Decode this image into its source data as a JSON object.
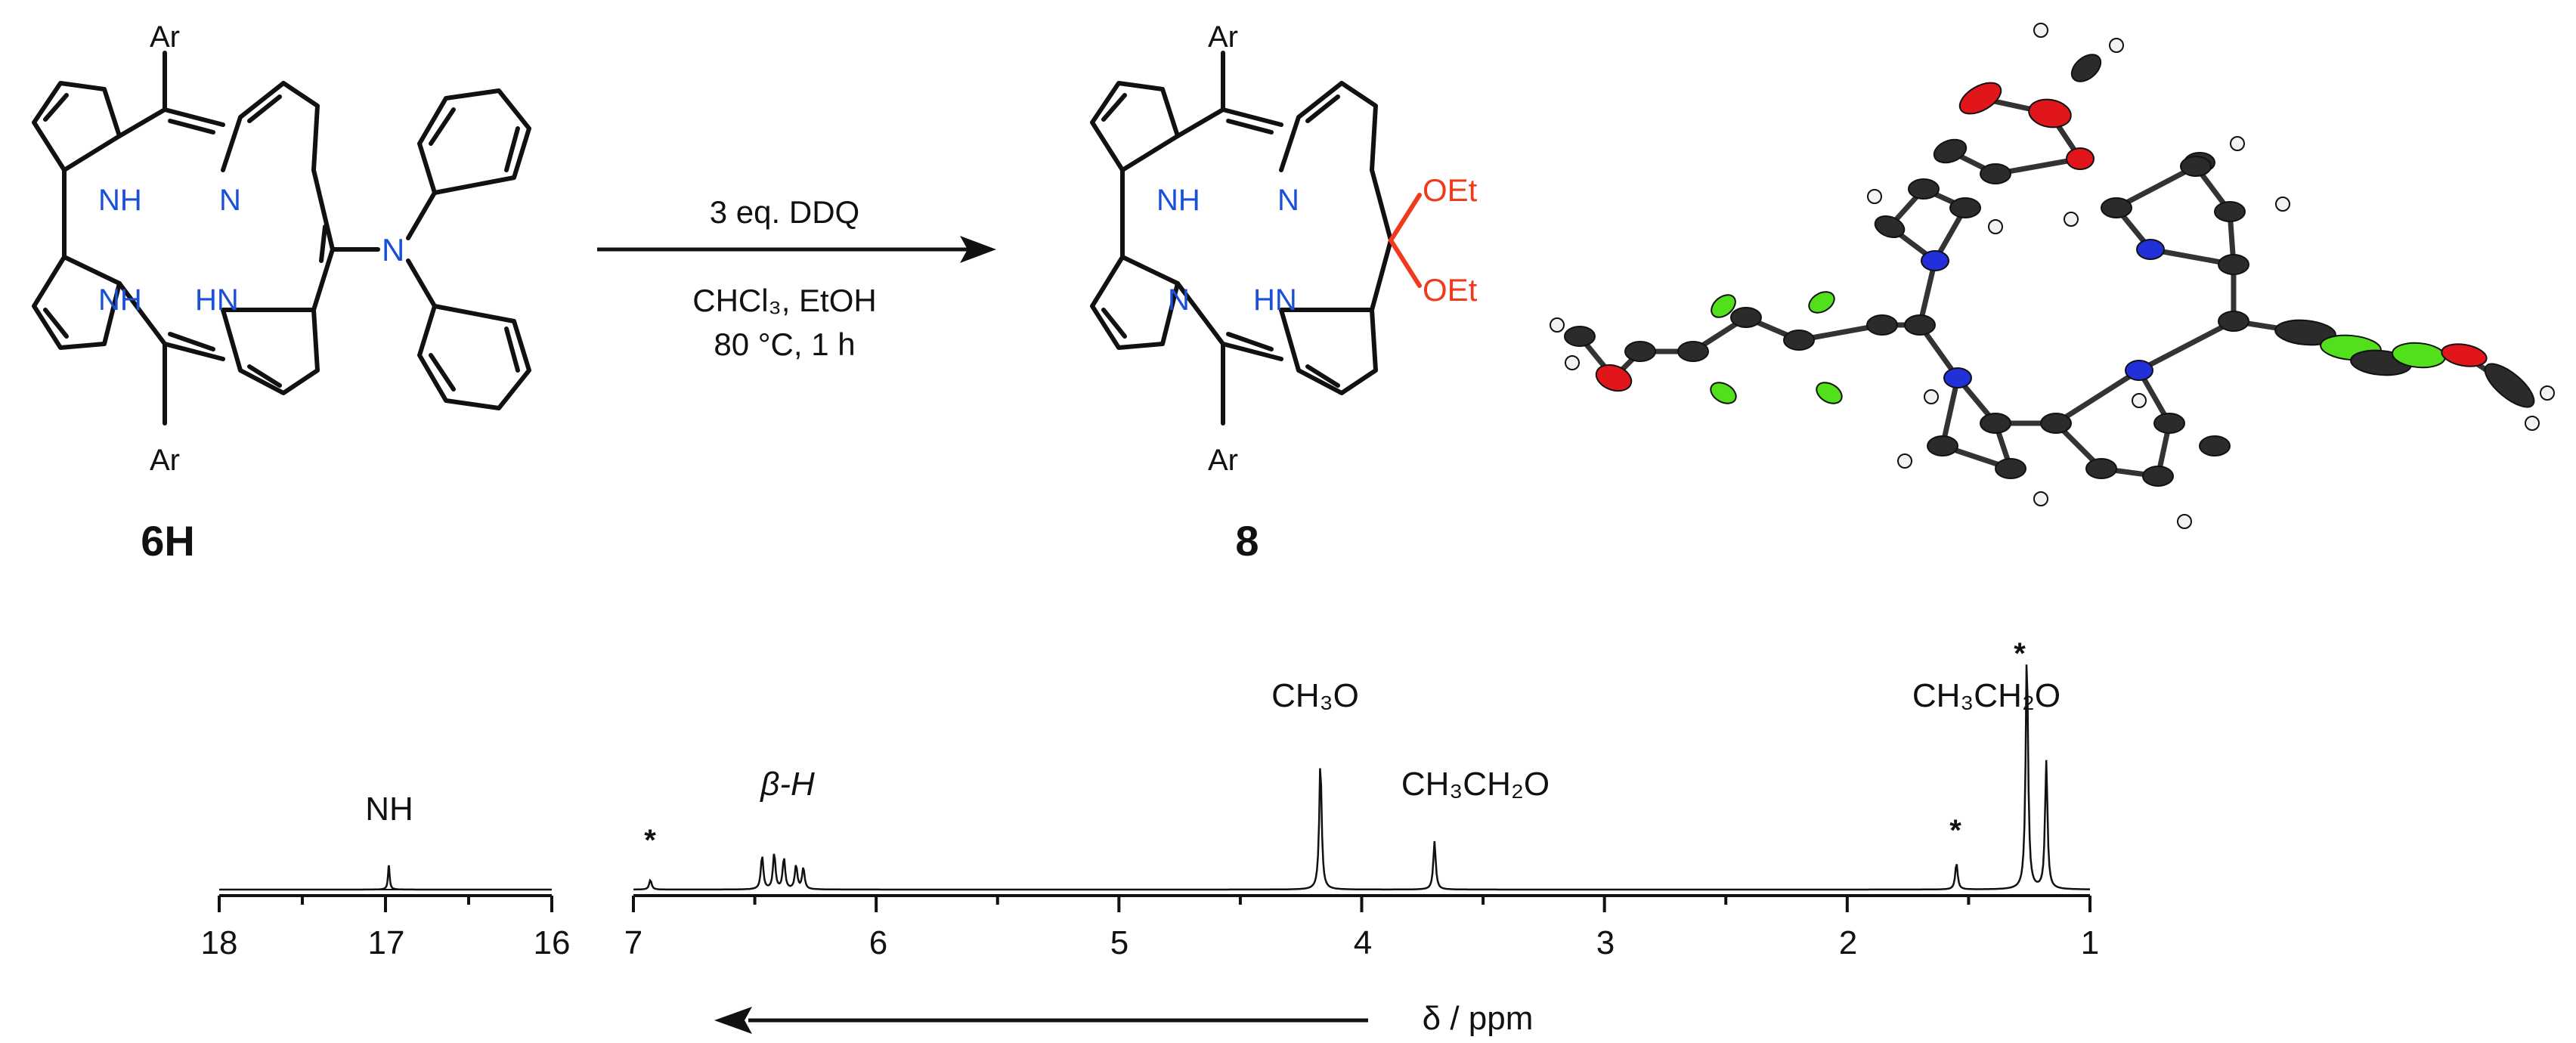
{
  "scheme": {
    "reactant": {
      "label": "6H",
      "substituent": "Ar",
      "atoms": {
        "nh_top": "NH",
        "n_top": "N",
        "nh_bottom": "NH",
        "hn_bottom": "HN",
        "amine_n": "N"
      }
    },
    "arrow": {
      "reagent": "3 eq. DDQ",
      "solvent": "CHCl₃, EtOH",
      "conditions": "80 °C, 1 h"
    },
    "product": {
      "label": "8",
      "substituent": "Ar",
      "atoms": {
        "nh_top": "NH",
        "n_top": "N",
        "n_bottom": "N",
        "hn_bottom": "HN"
      },
      "ethoxy": [
        "OEt",
        "OEt"
      ]
    }
  },
  "crystal": {
    "atom_colors": {
      "carbon": "#2b2b2b",
      "nitrogen": "#2130d8",
      "oxygen": "#e0161a",
      "fluorine": "#52e01c",
      "hydrogen": "#f2f2f2"
    }
  },
  "spectrum": {
    "axis_title": "δ / ppm",
    "left_axis": {
      "ticks": [
        "18",
        "17",
        "16"
      ],
      "range": [
        18,
        16
      ]
    },
    "right_axis": {
      "ticks": [
        "7",
        "6",
        "5",
        "4",
        "3",
        "2",
        "1"
      ],
      "range": [
        7,
        1
      ]
    },
    "peak_labels": {
      "nh": "NH",
      "beta": "β-H",
      "ch3o": "CH₃O",
      "ch3ch2o_a": "CH₃CH₂O",
      "ch3ch2o_b": "CH₃CH₂O",
      "solvent_mark": "*"
    },
    "chart_data": {
      "type": "line",
      "xlabel": "δ / ppm",
      "peaks": [
        {
          "shift": 16.98,
          "height": 0.1
        },
        {
          "shift": 6.93,
          "height": 0.04
        },
        {
          "shift": 6.47,
          "height": 0.14
        },
        {
          "shift": 6.42,
          "height": 0.15
        },
        {
          "shift": 6.38,
          "height": 0.13
        },
        {
          "shift": 6.33,
          "height": 0.1
        },
        {
          "shift": 6.3,
          "height": 0.09
        },
        {
          "shift": 4.17,
          "height": 0.53
        },
        {
          "shift": 3.7,
          "height": 0.2
        },
        {
          "shift": 1.55,
          "height": 0.11
        },
        {
          "shift": 1.26,
          "height": 0.98
        },
        {
          "shift": 1.18,
          "height": 0.53
        }
      ]
    }
  }
}
